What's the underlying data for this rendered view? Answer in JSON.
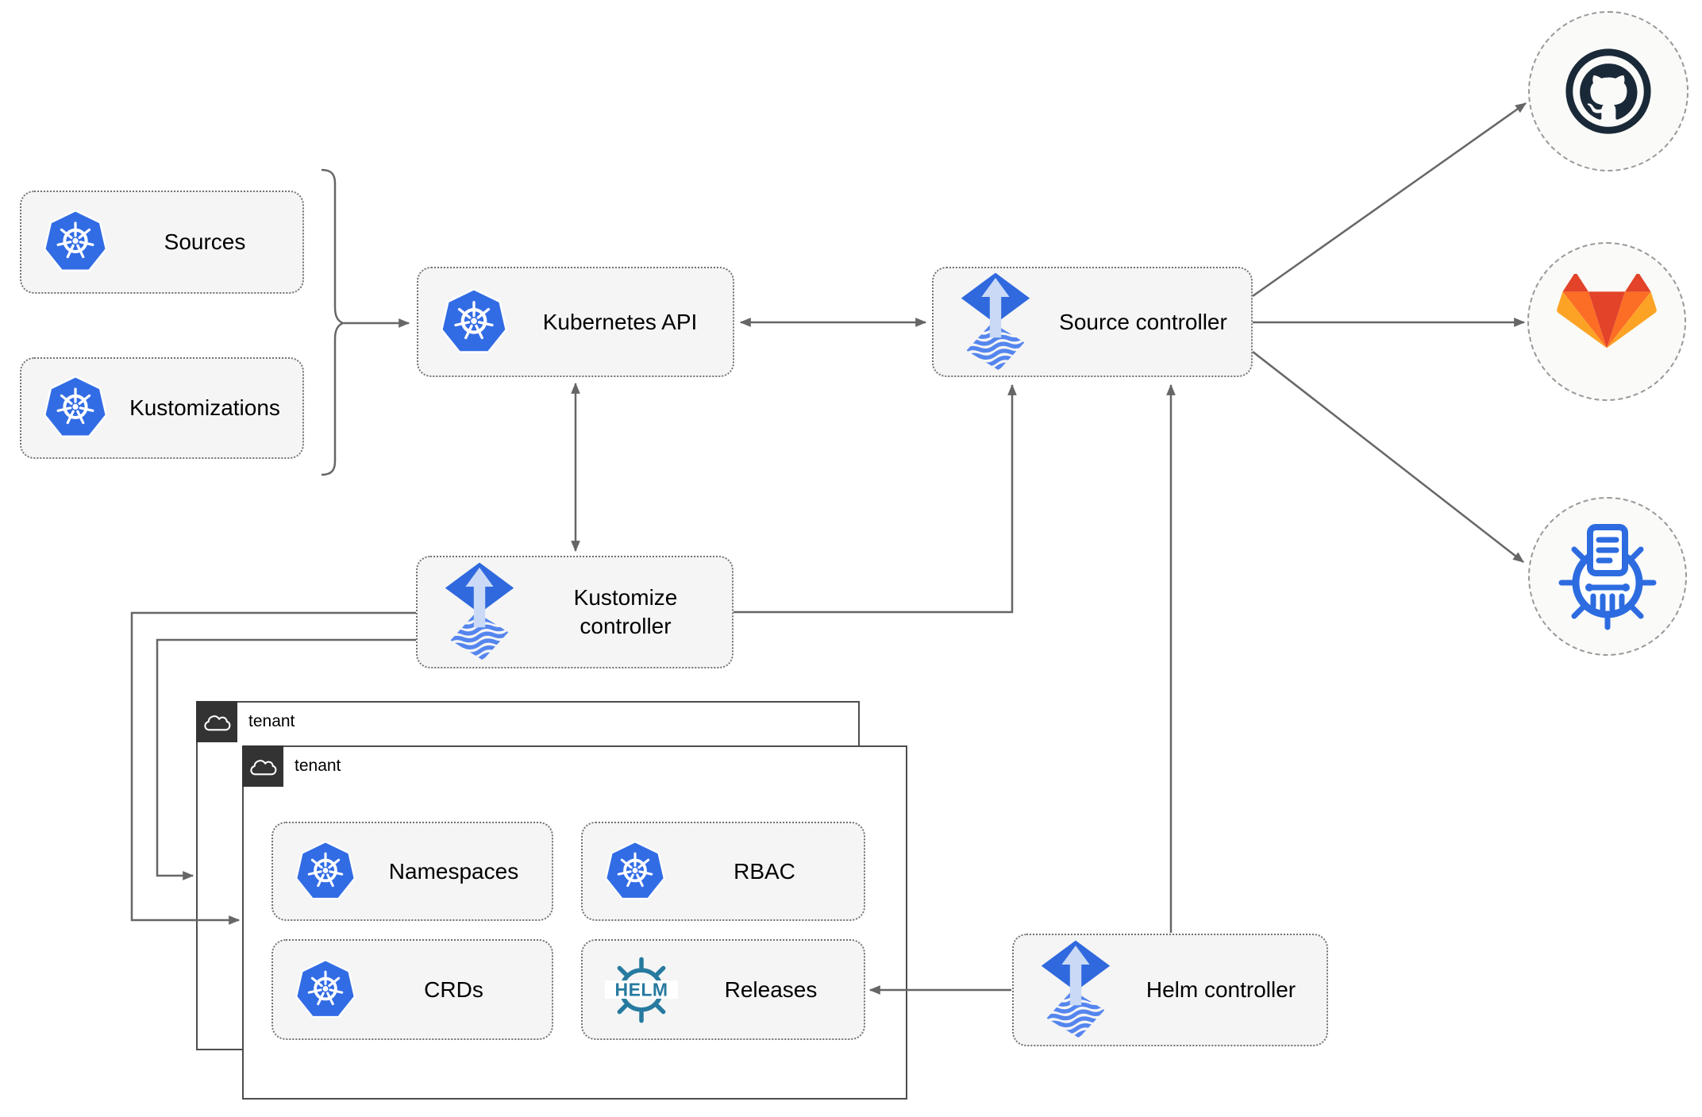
{
  "colors": {
    "k8s-blue": "#326ce5",
    "flux-blue": "#3069de",
    "flux-stripe": "#5585ee",
    "flux-arrow-light": "#c9d9f6",
    "helm-teal": "#277a9f",
    "github-dark": "#1a2938",
    "gitlab-red": "#e24329",
    "gitlab-orange": "#fc6d26",
    "gitlab-amber": "#fca326",
    "chartmuseum-blue": "#2d6ce0",
    "node-fill": "#f5f5f5",
    "node-border": "#737373",
    "connector": "#666666",
    "tenant-tab": "#333333",
    "tenant-border": "#4d4d4d"
  },
  "nodes": {
    "sources": {
      "label": "Sources",
      "icon": "kubernetes"
    },
    "kustomizations": {
      "label": "Kustomizations",
      "icon": "kubernetes"
    },
    "kubernetes_api": {
      "label": "Kubernetes API",
      "icon": "kubernetes"
    },
    "source_controller": {
      "label": "Source controller",
      "icon": "flux"
    },
    "kustomize_controller": {
      "label": "Kustomize controller",
      "icon": "flux"
    },
    "helm_controller": {
      "label": "Helm controller",
      "icon": "flux"
    },
    "namespaces": {
      "label": "Namespaces",
      "icon": "kubernetes"
    },
    "rbac": {
      "label": "RBAC",
      "icon": "kubernetes"
    },
    "crds": {
      "label": "CRDs",
      "icon": "kubernetes"
    },
    "releases": {
      "label": "Releases",
      "icon": "helm"
    }
  },
  "groups": {
    "tenant_outer": {
      "label": "tenant",
      "icon": "cloud"
    },
    "tenant_inner": {
      "label": "tenant",
      "icon": "cloud"
    }
  },
  "endpoints": {
    "github": {
      "icon": "github-logo"
    },
    "gitlab": {
      "icon": "gitlab-logo"
    },
    "chartmuseum": {
      "icon": "chartmuseum-logo"
    }
  },
  "logo_text": {
    "helm": "HELM"
  }
}
